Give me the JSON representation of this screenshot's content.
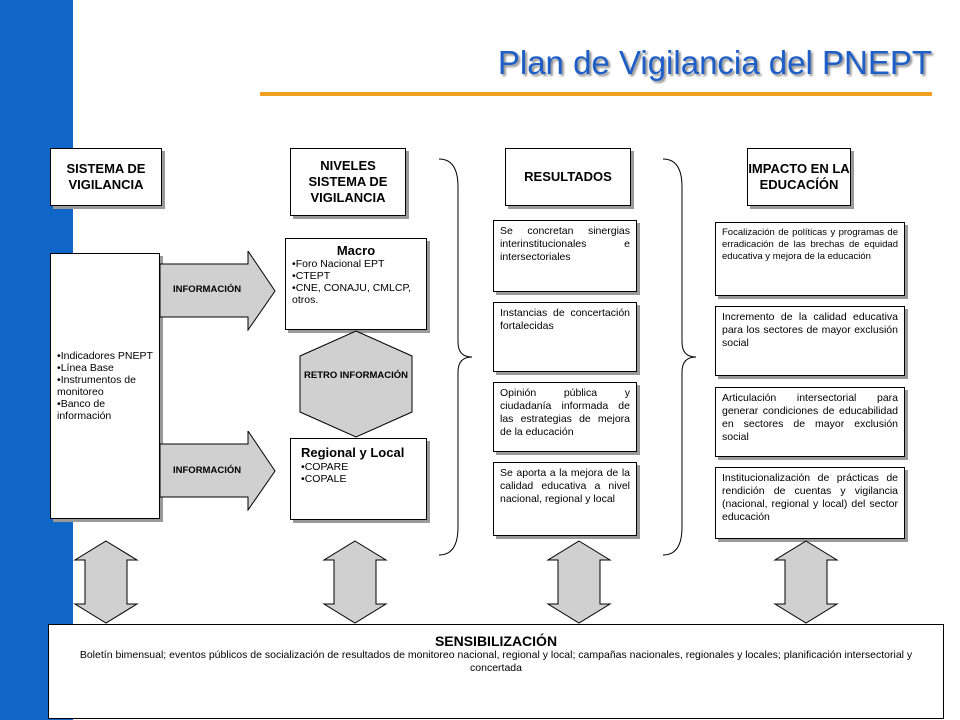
{
  "title": "Plan de Vigilancia del PNEPT",
  "colors": {
    "accent_blue": "#1066c8",
    "title_blue": "#1e5ec8",
    "orange_rule": "#f0a020",
    "arrow_gray": "#d0d0d0"
  },
  "headers": {
    "sistema": "SISTEMA DE VIGILANCIA",
    "niveles": "NIVELES SISTEMA DE VIGILANCIA",
    "resultados": "RESULTADOS",
    "impacto": "IMPACTO EN LA EDUCACÍÓN"
  },
  "indicadores": [
    "Indicadores PNEPT",
    "Línea Base",
    "Instrumentos de monitoreo",
    "Banco de información"
  ],
  "arrows": {
    "informacion_top": "INFORMACIÓN",
    "informacion_bottom": "INFORMACIÓN",
    "retro": "RETRO INFORMACIÓN"
  },
  "macro": {
    "title": "Macro",
    "items": [
      "Foro Nacional EPT",
      "CTEPT",
      "CNE, CONAJU, CMLCP, otros."
    ]
  },
  "regional": {
    "title": "Regional y Local",
    "items": [
      "COPARE",
      "COPALE"
    ]
  },
  "resultados": [
    "Se concretan sinergias interinstitucionales e intersectoriales",
    "Instancias de concertación fortalecidas",
    "Opinión pública y ciudadanía informada de las estrategias de mejora de la educación",
    "Se aporta a la mejora de la calidad educativa a nivel nacional, regional y local"
  ],
  "impacto": [
    "Focalización de políticas y programas de erradicación de las brechas de equidad educativa y mejora de la educación",
    "Incremento de la calidad educativa para los sectores de mayor exclusión social",
    "Articulación intersectorial para generar condiciones de educabilidad en sectores de mayor exclusión social",
    "Institucionalización de prácticas de rendición de cuentas y vigilancia (nacional, regional y local) del sector educación"
  ],
  "sensibilizacion": {
    "title": "SENSIBILIZACIÓN",
    "text": "Boletín bimensual; eventos públicos de socialización de resultados de monitoreo nacional, regional y local; campañas nacionales, regionales y locales; planificación intersectorial y concertada"
  }
}
